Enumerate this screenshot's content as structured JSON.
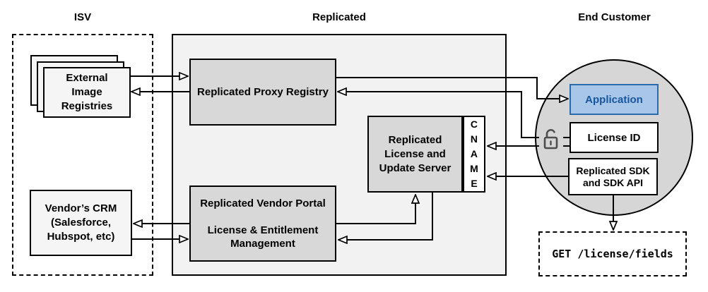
{
  "sections": {
    "isv": {
      "label": "ISV"
    },
    "replicated": {
      "label": "Replicated"
    },
    "end_customer": {
      "label": "End Customer"
    }
  },
  "nodes": {
    "external_registries": {
      "label": "External\nImage\nRegistries"
    },
    "vendors_crm": {
      "label": "Vendor’s CRM\n(Salesforce,\nHubspot, etc)"
    },
    "proxy_registry": {
      "label": "Replicated Proxy Registry"
    },
    "vendor_portal": {
      "label": "Replicated Vendor Portal\n\nLicense & Entitlement\nManagement"
    },
    "license_update_server": {
      "label": "Replicated\nLicense and\nUpdate Server"
    },
    "cname": {
      "label": "C\nN\nA\nM\nE"
    },
    "application": {
      "label": "Application"
    },
    "license_id": {
      "label": "License ID"
    },
    "replicated_sdk": {
      "label": "Replicated SDK\nand SDK API"
    },
    "get_endpoint": {
      "label": "GET /license/fields"
    }
  },
  "icons": {
    "lock": "open-padlock"
  },
  "colors": {
    "node-gray": "#d8d8d8",
    "container-gray": "#f2f2f2",
    "light-gray": "#f5f5f5",
    "circle-gray": "#d6d6d6",
    "app-fill": "#a8c6e8",
    "app-border": "#2a6cab",
    "app-text": "#17569c",
    "line": "#000000",
    "lock-gray": "#4d4d4d"
  }
}
